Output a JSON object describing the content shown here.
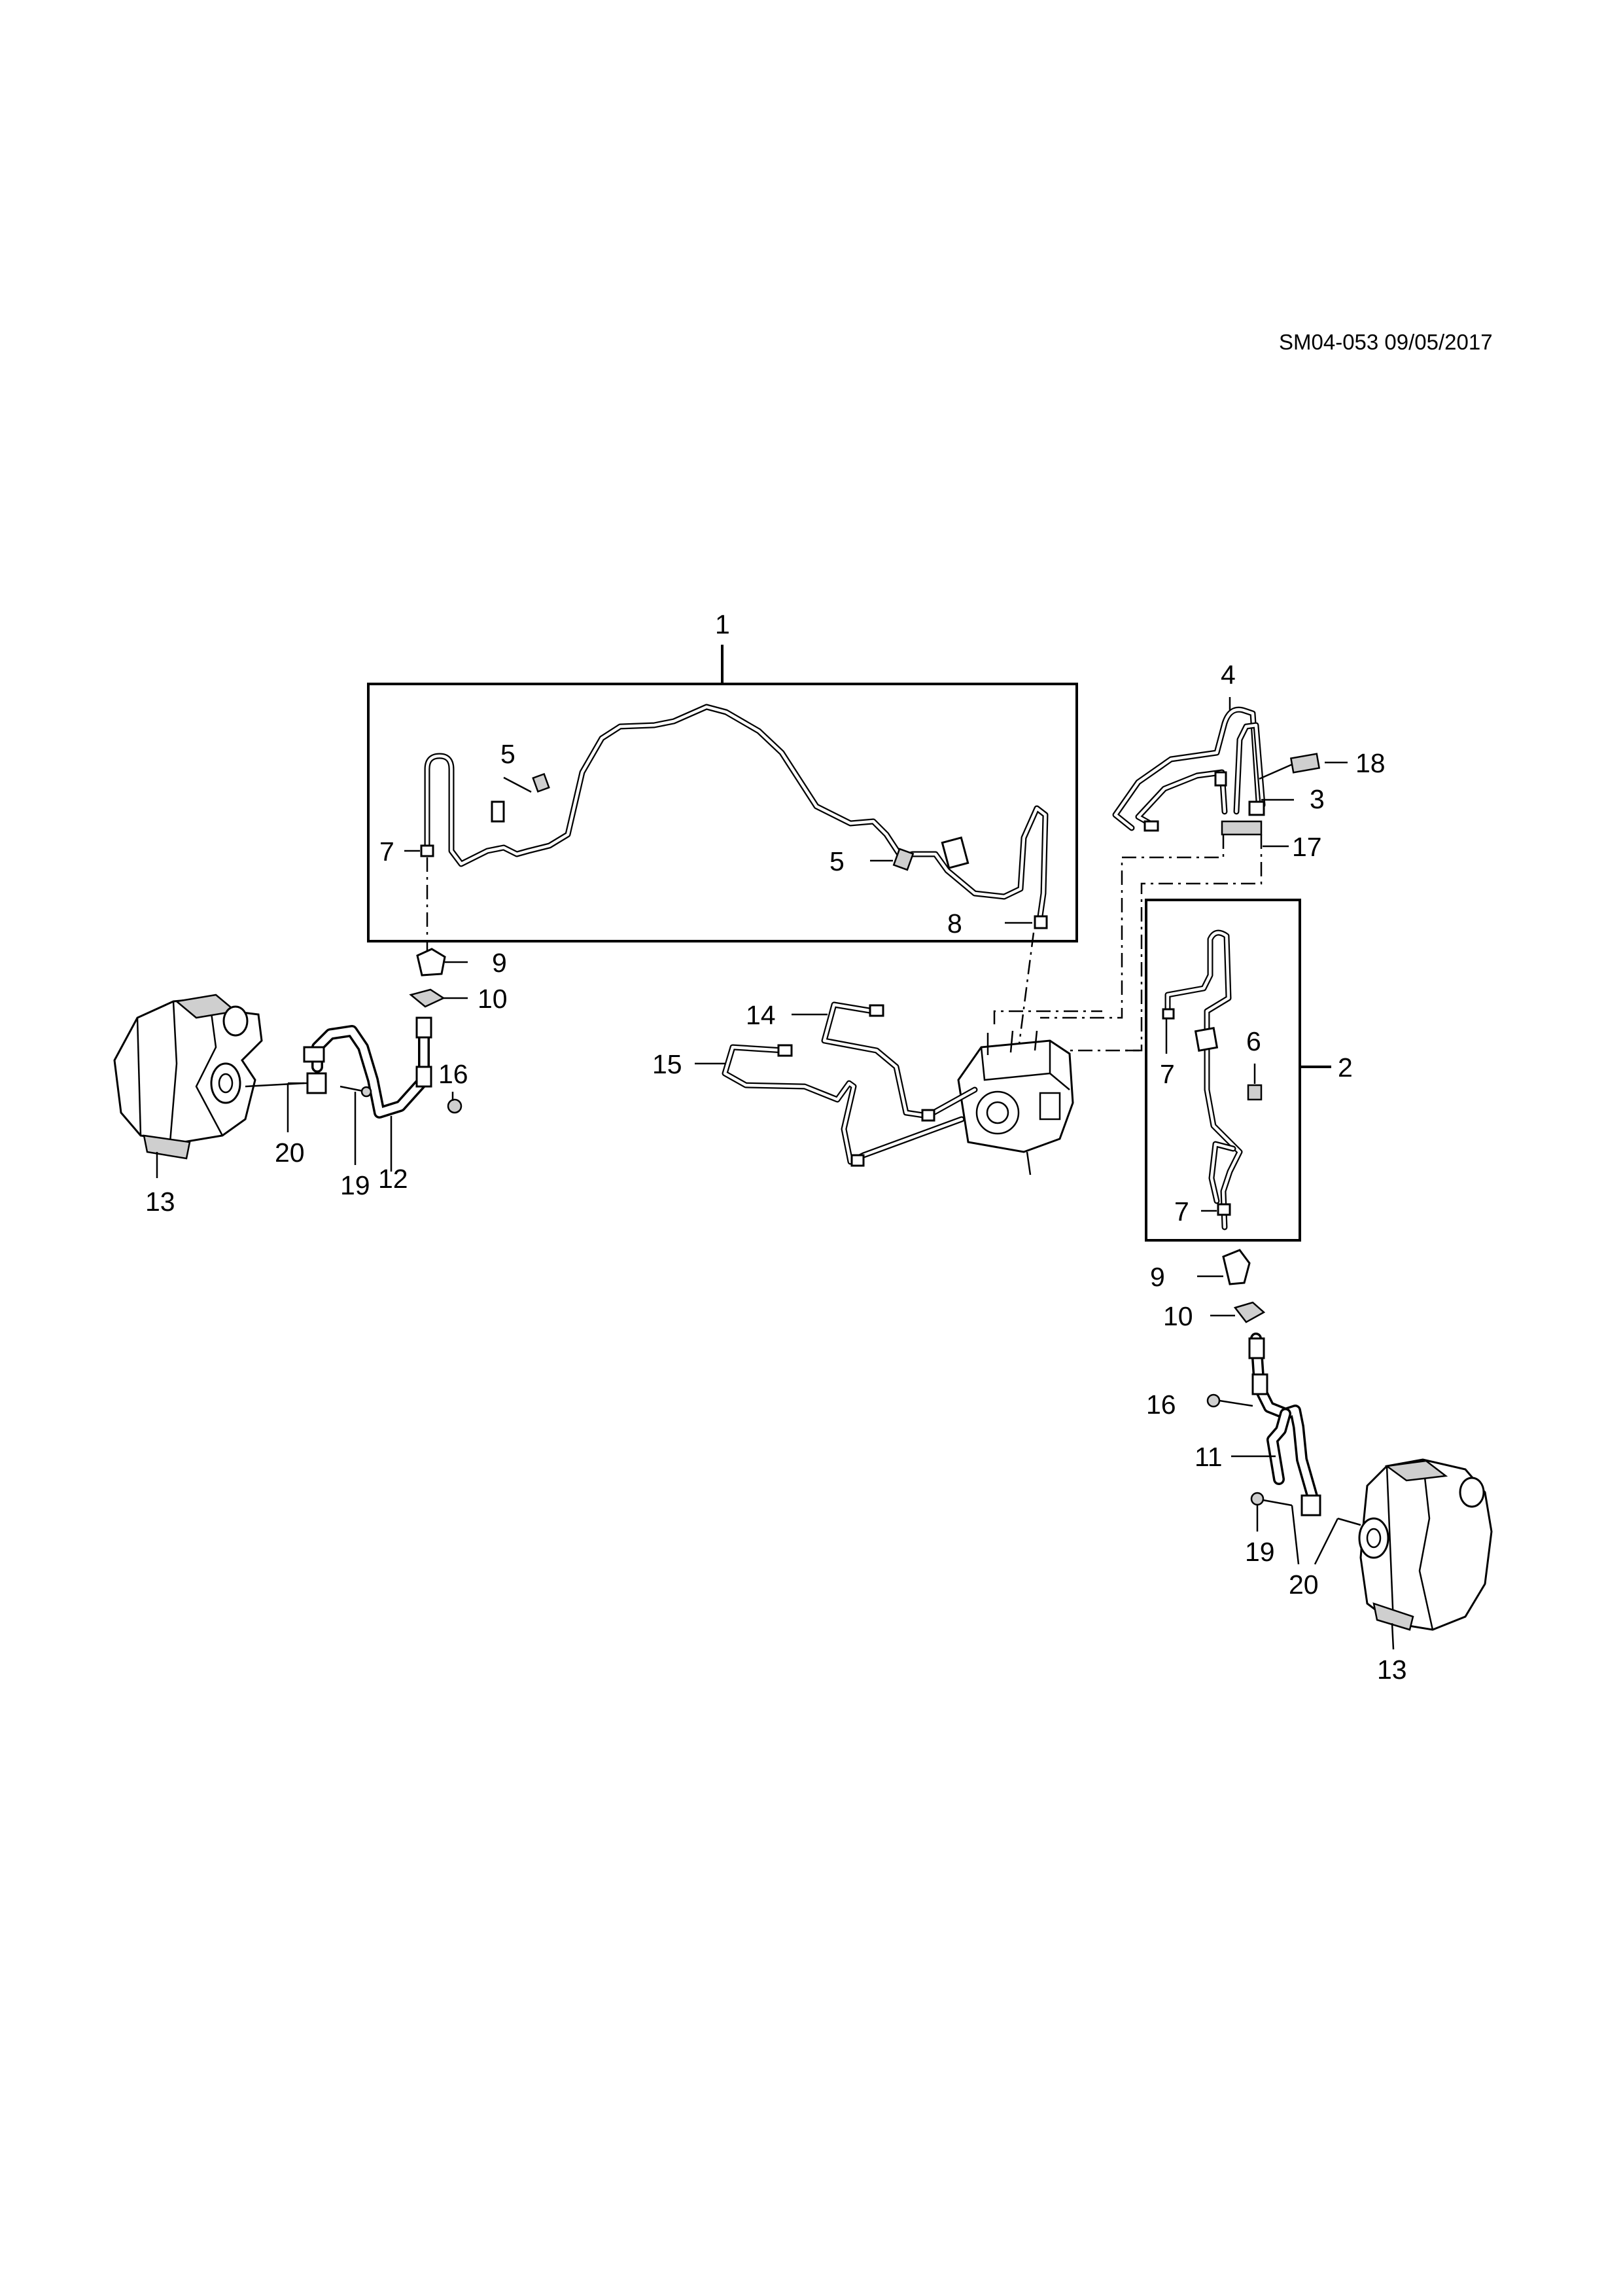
{
  "document": {
    "id_date": "SM04-053 09/05/2017"
  },
  "callouts": {
    "c1": "1",
    "c2": "2",
    "c3": "3",
    "c4": "4",
    "c5": "5",
    "c6": "6",
    "c7": "7",
    "c8": "8",
    "c9": "9",
    "c10": "10",
    "c11": "11",
    "c12": "12",
    "c13": "13",
    "c14": "14",
    "c15": "15",
    "c16": "16",
    "c17": "17",
    "c18": "18",
    "c19": "19",
    "c20": "20"
  }
}
